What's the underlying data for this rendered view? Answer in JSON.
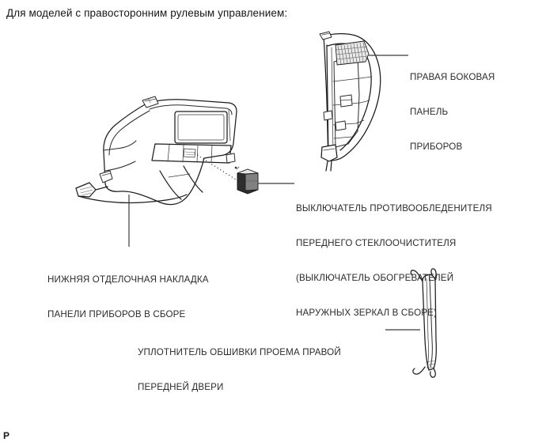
{
  "document": {
    "heading": "Для моделей с правосторонним рулевым управлением:",
    "page_mark": "P"
  },
  "figure": {
    "type": "exploded-parts-diagram",
    "background_color": "#ffffff",
    "line_color": "#1c1c1c",
    "text_color": "#2b2b2b",
    "callouts": [
      {
        "id": "side-panel",
        "lines": [
          "ПРАВАЯ БОКОВАЯ",
          "ПАНЕЛЬ",
          "ПРИБОРОВ"
        ],
        "leader": "horizontal-line-left"
      },
      {
        "id": "switch",
        "lines": [
          "ВЫКЛЮЧАТЕЛЬ ПРОТИВООБЛЕДЕНИТЕЛЯ",
          "ПЕРЕДНЕГО СТЕКЛООЧИСТИТЕЛЯ",
          "(ВЫКЛЮЧАТЕЛЬ ОБОГРЕВАТЕЛЕЙ",
          "НАРУЖНЫХ ЗЕРКАЛ В СБОРЕ)"
        ],
        "leader": "horizontal-line-left"
      },
      {
        "id": "lower-trim",
        "lines": [
          "НИЖНЯЯ ОТДЕЛОЧНАЯ НАКЛАДКА",
          "ПАНЕЛИ ПРИБОРОВ В СБОРЕ"
        ],
        "leader": "vertical-line-up"
      },
      {
        "id": "weatherstrip",
        "lines": [
          "УПЛОТНИТЕЛЬ ОБШИВКИ ПРОЕМА ПРАВОЙ",
          "ПЕРЕДНЕЙ ДВЕРИ"
        ],
        "leader": "horizontal-line-right"
      }
    ],
    "parts": [
      {
        "id": "right-side-instrument-panel",
        "name": "right side instrument panel"
      },
      {
        "id": "instrument-panel-lower-trim",
        "name": "instrument panel lower finish panel"
      },
      {
        "id": "deicer-switch",
        "name": "front wiper de-icer switch"
      },
      {
        "id": "door-opening-trim-weatherstrip",
        "name": "front door opening trim weatherstrip"
      }
    ]
  }
}
